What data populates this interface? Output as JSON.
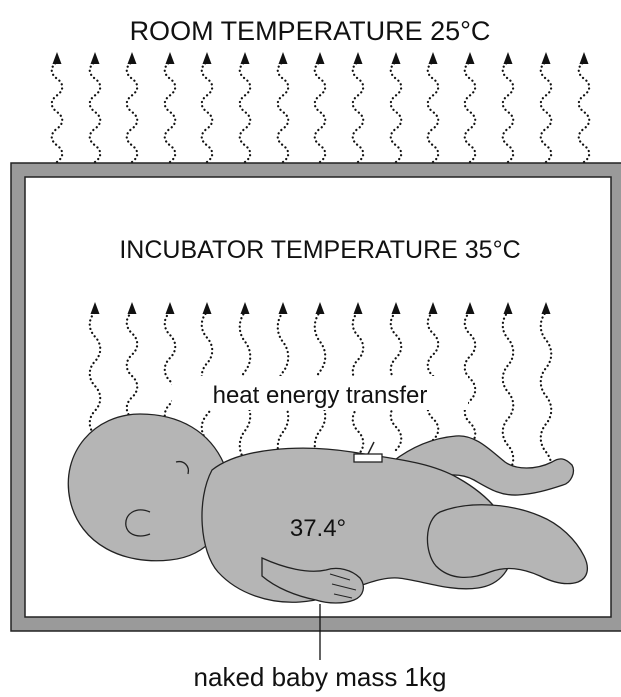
{
  "room_label": "ROOM TEMPERATURE 25°C",
  "incubator_label": "INCUBATOR TEMPERATURE 35°C",
  "transfer_label": "heat energy transfer",
  "baby_temperature": "37.4°",
  "baby_label": "naked baby mass 1kg",
  "colors": {
    "incubator_frame": "#9a9a9a",
    "baby_fill": "#b5b5b5",
    "line": "#111111"
  }
}
